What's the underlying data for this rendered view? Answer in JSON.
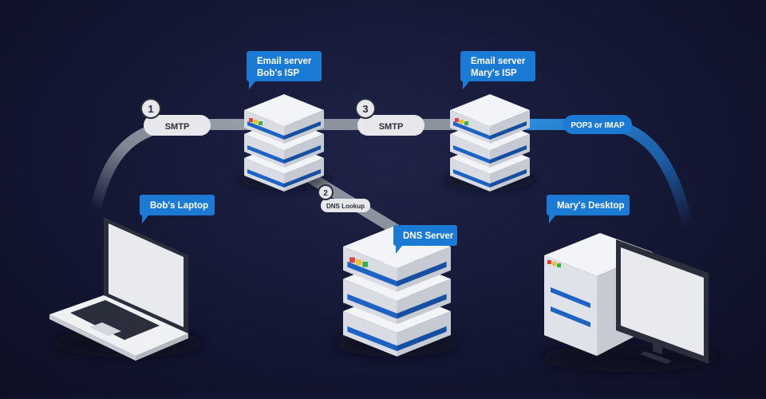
{
  "labels": {
    "email_server_bob_line1": "Email server",
    "email_server_bob_line2": "Bob's ISP",
    "email_server_mary_line1": "Email server",
    "email_server_mary_line2": "Mary's ISP",
    "bobs_laptop": "Bob's Laptop",
    "marys_desktop": "Mary's Desktop",
    "dns_server": "DNS Server",
    "pop3_imap": "POP3 or IMAP"
  },
  "steps": {
    "step1_number": "1",
    "step1_label": "SMTP",
    "step2_number": "2",
    "step2_label": "DNS Lookup",
    "step3_number": "3",
    "step3_label": "SMTP"
  },
  "colors": {
    "accent_blue": "#1e88d8",
    "background": "#161a38",
    "pipe_gray": "#8d939e",
    "server_white": "#eef0f4",
    "server_stripe": "#1e63c4"
  },
  "icons": [
    "laptop-icon",
    "desktop-icon",
    "server-icon"
  ]
}
